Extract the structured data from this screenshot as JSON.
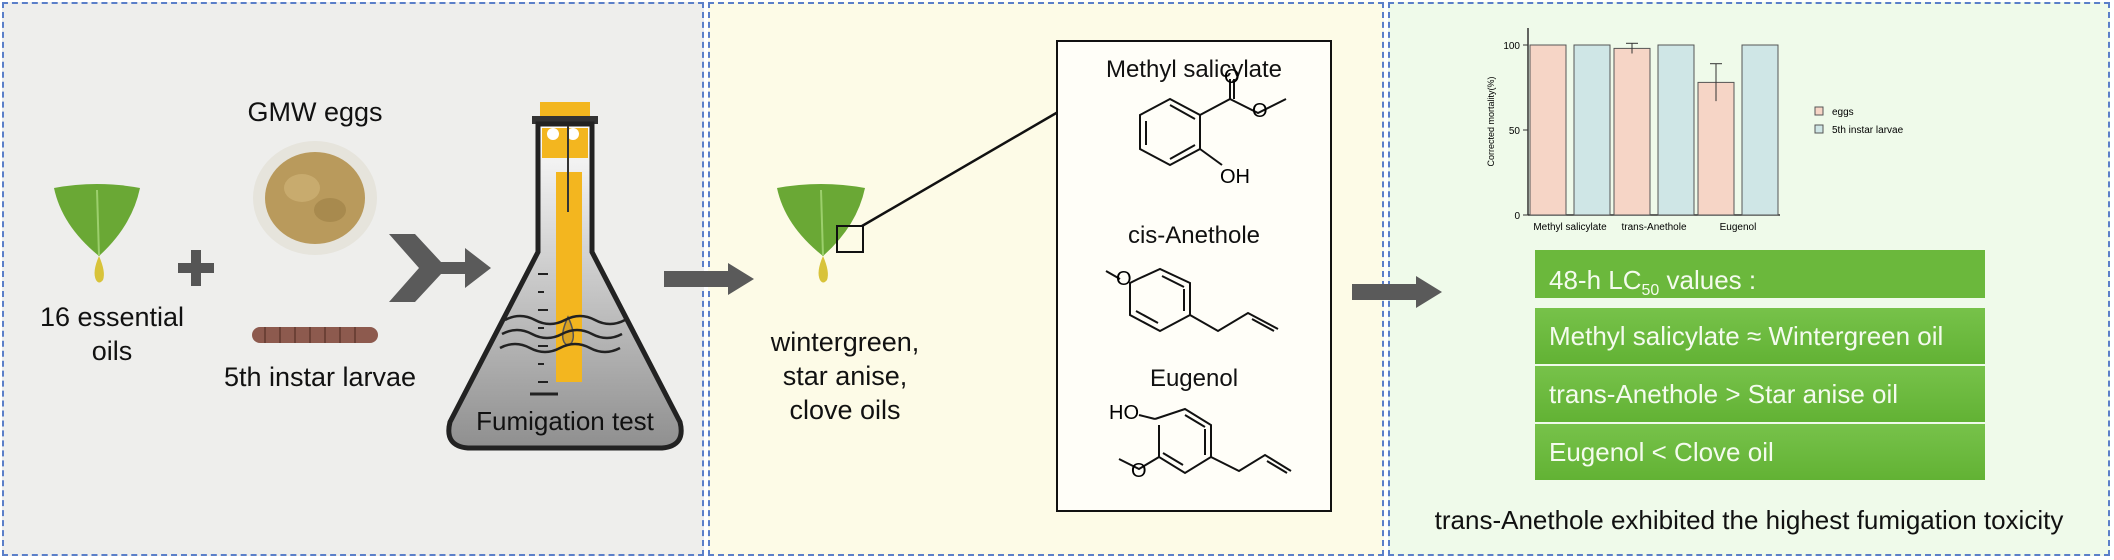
{
  "panel1": {
    "eggs_label": "GMW eggs",
    "oils_label_line1": "16 essential",
    "oils_label_line2": "oils",
    "larvae_label": "5th instar larvae",
    "flask_label": "Fumigation test"
  },
  "panel2": {
    "oils_line1": "wintergreen,",
    "oils_line2": "star anise,",
    "oils_line3": "clove oils",
    "molecules": [
      {
        "name": "Methyl salicylate",
        "atoms": [
          "O",
          "O",
          "OH"
        ]
      },
      {
        "name": "cis-Anethole",
        "atoms": [
          "O"
        ]
      },
      {
        "name": "Eugenol",
        "atoms": [
          "HO",
          "O"
        ]
      }
    ]
  },
  "panel3": {
    "chart_data": {
      "type": "bar",
      "categories": [
        "Methyl salicylate",
        "trans-Anethole",
        "Eugenol"
      ],
      "series": [
        {
          "name": "eggs",
          "values": [
            100,
            98,
            78
          ],
          "errors": [
            0,
            3,
            11
          ],
          "color": "#f6d5c6"
        },
        {
          "name": "5th instar larvae",
          "values": [
            100,
            100,
            100
          ],
          "errors": [
            0,
            0,
            0
          ],
          "color": "#cfe6e6"
        }
      ],
      "ylabel": "Corrected mortality(%)",
      "ylim": [
        0,
        110
      ],
      "yticks": [
        "0",
        "50",
        "100"
      ],
      "legend": "right",
      "grid": false
    },
    "lc_title": "48-h LC",
    "lc_sub": "50",
    "lc_title_suffix": " values :",
    "lc_rows": [
      "Methyl salicylate ≈ Wintergreen oil",
      "trans-Anethole > Star anise oil",
      "Eugenol < Clove oil"
    ],
    "conclusion": "trans-Anethole exhibited the highest fumigation toxicity"
  },
  "colors": {
    "panel_border": "#5b7fc9",
    "leaf": "#6aa835",
    "bar_green": "#6bb83c",
    "tape": "#f3b61f"
  }
}
